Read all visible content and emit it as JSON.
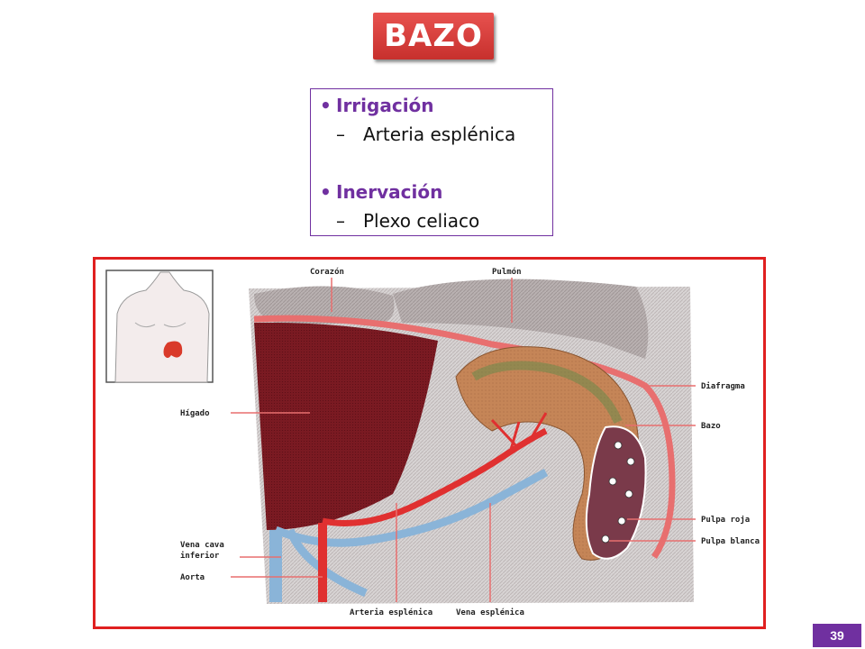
{
  "slide": {
    "title": "BAZO",
    "page_number": "39"
  },
  "info": {
    "irrigation_label": "Irrigación",
    "irrigation_item": "Arteria esplénica",
    "innervation_label": "Inervación",
    "innervation_item": "Plexo celiaco"
  },
  "figure": {
    "labels": {
      "heart": "Corazón",
      "lung": "Pulmón",
      "diaphragm": "Diafragma",
      "spleen": "Bazo",
      "liver": "Hígado",
      "red_pulp": "Pulpa roja",
      "white_pulp": "Pulpa blanca",
      "vena_cava": "Vena cava inferior",
      "vena_cava_line1": "Vena cava",
      "vena_cava_line2": "inferior",
      "aorta": "Aorta",
      "splenic_artery": "Arteria esplénica",
      "splenic_vein": "Vena esplénica"
    }
  },
  "colors": {
    "title_red": "#d0312d",
    "accent_purple": "#7030a0",
    "frame_red": "#e02020",
    "liver": "#7a1a22",
    "spleen": "#c98a5e",
    "artery": "#e03030",
    "vein": "#8ab4d8"
  }
}
